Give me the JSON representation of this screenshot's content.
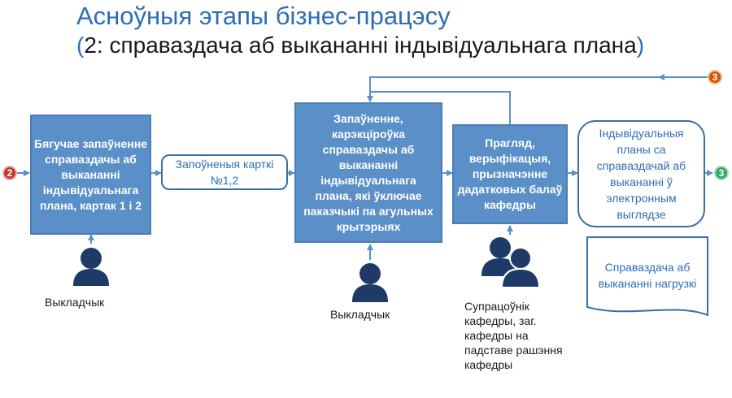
{
  "title": {
    "line1": "Асноўныя этапы бізнес-працэсу",
    "line2_open": "(",
    "line2_text": "2: справаздача аб выкананні індывідуальнага плана",
    "line2_close": ")"
  },
  "badges": {
    "start": "2",
    "loop": "3",
    "end": "3"
  },
  "colors": {
    "box_fill": "#5b8fc7",
    "outline": "#3a6ea5",
    "accent_text": "#2e6db4",
    "badge_red": "#c0392b",
    "badge_orange": "#d35400",
    "badge_green": "#27ae60",
    "person": "#1f3a66"
  },
  "boxes": {
    "step1": "Бягучае запаўненне справаздачы аб выкананні індывідуальнага плана, картак 1 і 2",
    "cards": "Запоўненыя карткі №1,2",
    "step2": "Запаўненне, карэкціроўка справаздачы аб выкананні індывідуальнага плана, які ўключае паказчыкі па агульных крытэрыях",
    "step3": "Прагляд, верыфікацыя, прызначэнне дадатковых балаў кафедры",
    "result": "Індывідуальныя планы са справаздачай аб выкананні ў электронным выглядзе",
    "document": "Справаздача аб выкананні нагрузкі"
  },
  "actors": {
    "actor1": "Выкладчык",
    "actor2": "Выкладчык",
    "actor3": "Супрацоўнік кафедры, заг. кафедры на падставе рашэння кафедры"
  }
}
